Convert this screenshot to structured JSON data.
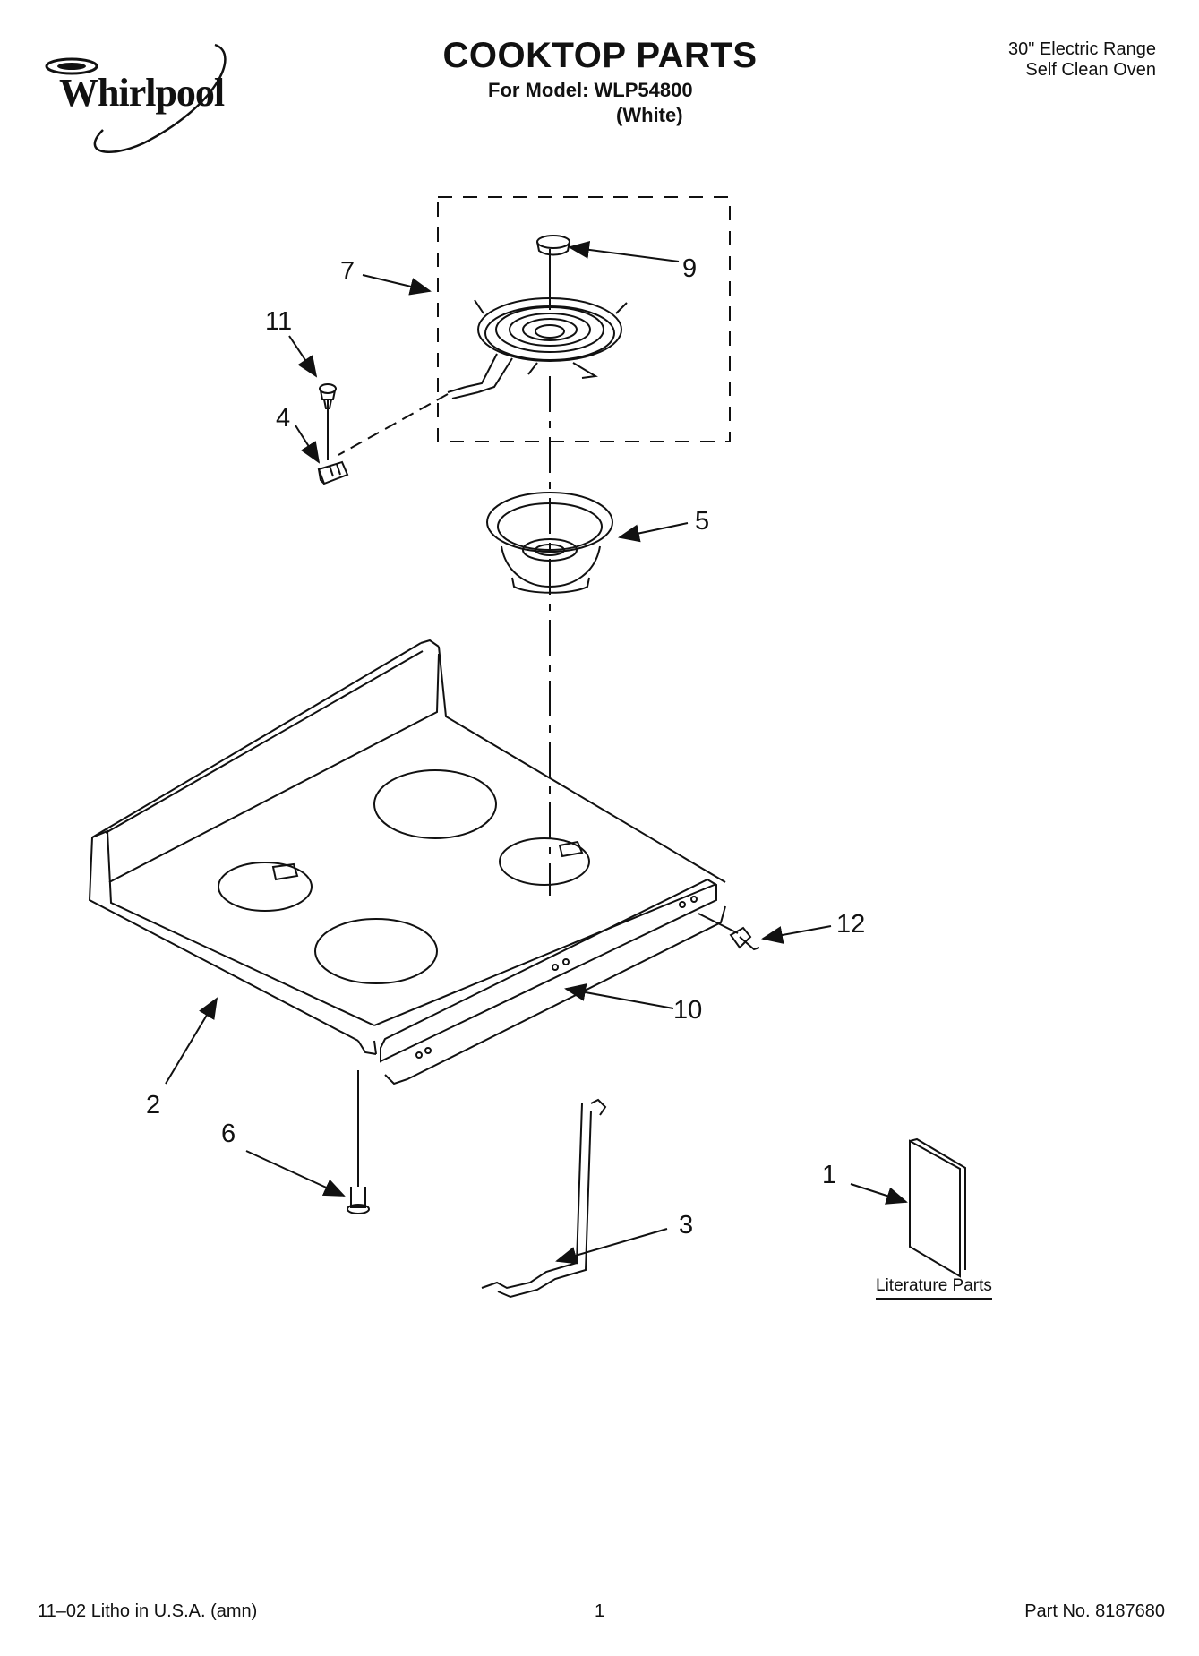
{
  "header": {
    "brand": "Whirlpool",
    "title": "COOKTOP PARTS",
    "model_line": "For Model: WLP54800",
    "color_line": "(White)",
    "range_type_line1": "30\" Electric Range",
    "range_type_line2": "Self Clean Oven"
  },
  "callouts": {
    "c1": "1",
    "c2": "2",
    "c3": "3",
    "c4": "4",
    "c5": "5",
    "c6": "6",
    "c7": "7",
    "c9": "9",
    "c10": "10",
    "c11": "11",
    "c12": "12"
  },
  "literature_label": "Literature Parts",
  "footer": {
    "litho": "11–02 Litho in U.S.A. (amn)",
    "page": "1",
    "part_no": "Part No. 8187680"
  }
}
